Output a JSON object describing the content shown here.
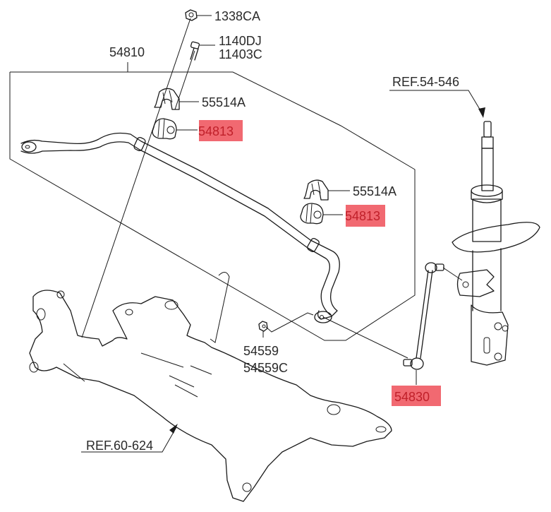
{
  "diagram": {
    "title": "Front Suspension Stabilizer Bar Assembly",
    "highlight_color": "#ef5962",
    "labels": {
      "nut_top": "1338CA",
      "bolt_a": "1140DJ",
      "bolt_b": "11403C",
      "stabilizer_bar": "54810",
      "bracket_left": "55514A",
      "bushing_left": "54813",
      "bracket_right": "55514A",
      "bushing_right": "54813",
      "nut_a": "54559",
      "nut_b": "54559C",
      "link": "54830",
      "ref_strut": "REF.54-546",
      "ref_crossmember": "REF.60-624"
    },
    "highlighted_parts": [
      "54813",
      "54813",
      "54830"
    ]
  }
}
